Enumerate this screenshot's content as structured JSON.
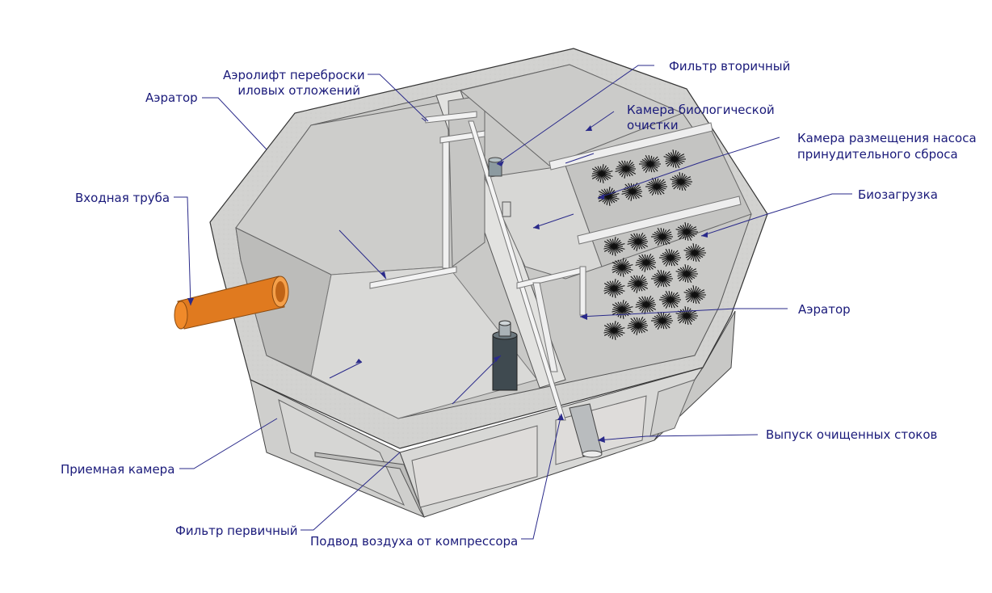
{
  "labels": {
    "aerator_left": "Аэратор",
    "airlift_line1": "Аэролифт переброски",
    "airlift_line2": "иловых отложений",
    "filter_secondary": "Фильтр вторичный",
    "bio_chamber_line1": "Камера биологической",
    "bio_chamber_line2": "очистки",
    "pump_chamber_line1": "Камера размещения насоса",
    "pump_chamber_line2": "принудительного сброса",
    "bioload": "Биозагрузка",
    "inlet_pipe": "Входная труба",
    "aerator_right": "Аэратор",
    "outlet": "Выпуск очищенных стоков",
    "receiving_chamber": "Приемная камера",
    "filter_primary": "Фильтр первичный",
    "air_supply": "Подвод воздуха от компрессора"
  },
  "colors": {
    "label_text": "#1a1a7a",
    "leader_line": "#2a2a8a",
    "concrete": "#d4d4d2",
    "inlet_pipe": "#e07a1f",
    "bioload_brush": "#111111"
  }
}
